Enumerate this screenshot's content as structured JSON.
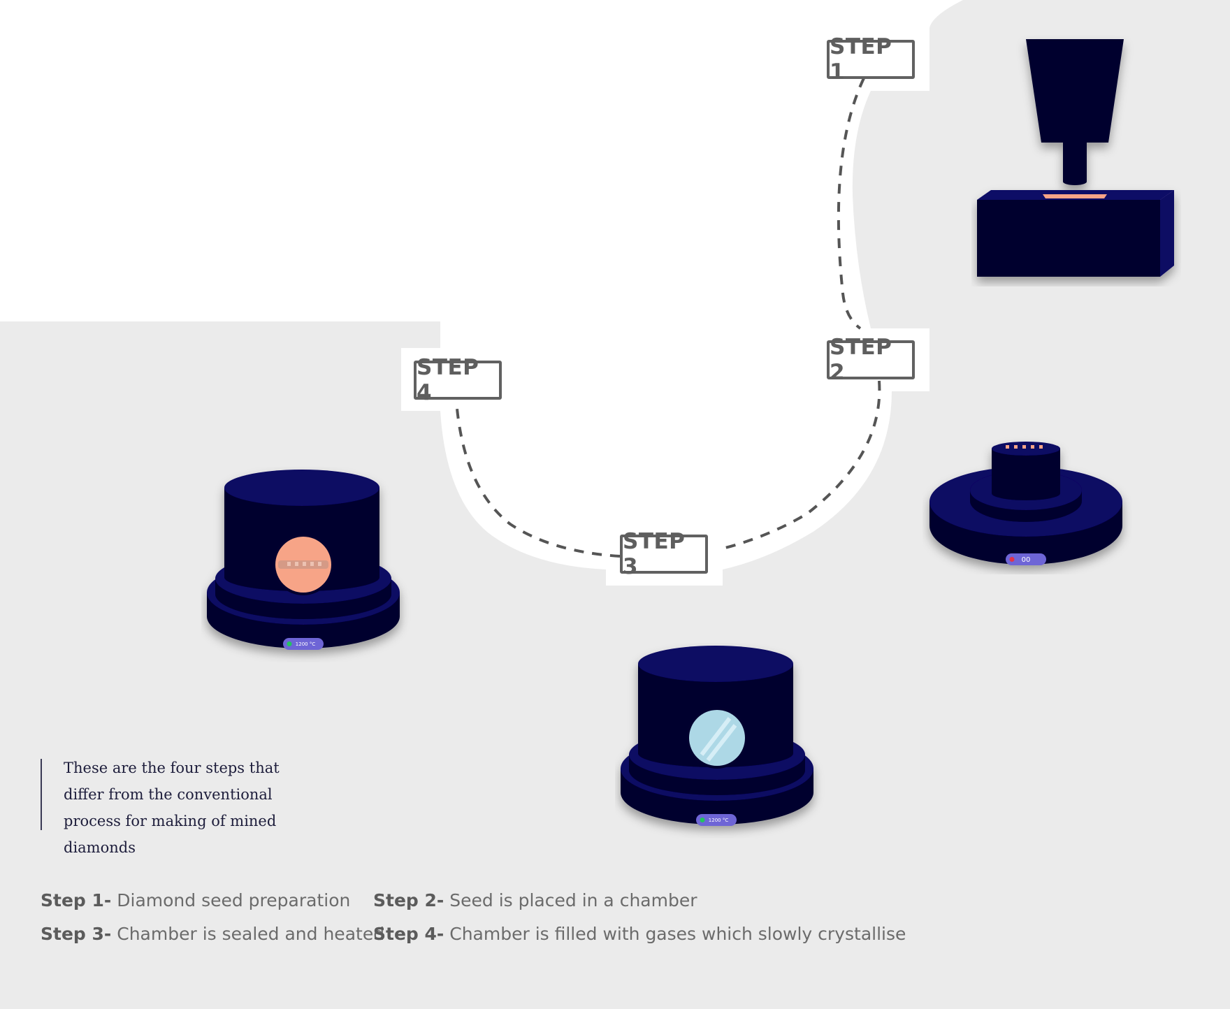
{
  "steps": [
    {
      "label": "STEP 1"
    },
    {
      "label": "STEP 2"
    },
    {
      "label": "STEP 3"
    },
    {
      "label": "STEP 4"
    }
  ],
  "intro_text": "These are the four steps that differ from the conventional process for making of mined diamonds",
  "legend": [
    {
      "prefix": "Step 1-",
      "text": "Diamond seed preparation"
    },
    {
      "prefix": "Step 2-",
      "text": "Seed is placed in a chamber"
    },
    {
      "prefix": "Step 3-",
      "text": "Chamber is sealed and heated"
    },
    {
      "prefix": "Step 4-",
      "text": "Chamber is filled with gases which slowly crystallise"
    }
  ],
  "displays": {
    "chamber_counter": "00",
    "chamber_temp": "1200 °C",
    "growth_temp": "1200 °C"
  },
  "colors": {
    "background": "#ebebeb",
    "panel": "#ffffff",
    "machine_dark": "#02002f",
    "machine_mid": "#090763",
    "machine_top": "#0b0a66",
    "display_pill": "#6e65d6",
    "seed_peach": "#f7a487",
    "glass_blue": "#add8e6",
    "label_border": "#616161",
    "label_text": "#5e5e5e"
  }
}
